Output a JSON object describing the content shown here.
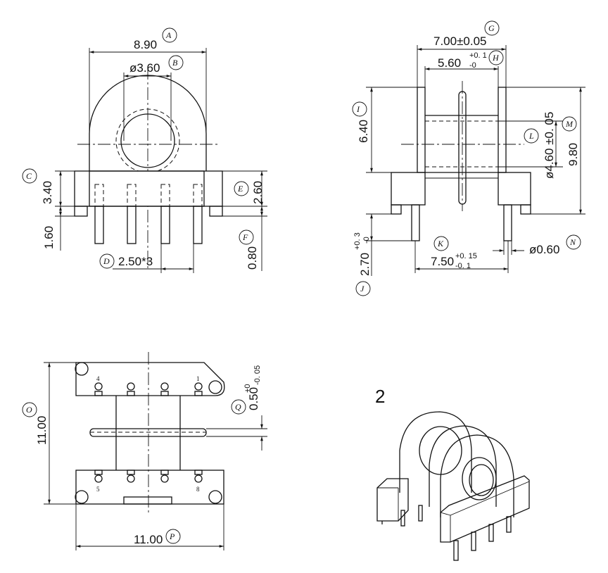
{
  "front_view": {
    "dim_a": {
      "value": "8.90",
      "tag": "A"
    },
    "dim_b": {
      "value": "ø3.60",
      "tag": "B"
    },
    "dim_c": {
      "value": "3.40",
      "tag": "C"
    },
    "dim_d": {
      "value": "2.50*3",
      "tag": "D"
    },
    "dim_e": {
      "value": "2.60",
      "tag": "E"
    },
    "dim_f": {
      "value": "0.80",
      "tag": "F"
    },
    "dim_pin": {
      "value": "1.60"
    }
  },
  "side_view": {
    "dim_g": {
      "value": "7.00±0.05",
      "tag": "G"
    },
    "dim_h": {
      "value": "5.60",
      "tol_plus": "+0. 1",
      "tol_minus": "-0",
      "tag": "H"
    },
    "dim_i": {
      "value": "6.40",
      "tag": "I"
    },
    "dim_j": {
      "value": "2.70",
      "tol_plus": "+0. 3",
      "tol_minus": "-0",
      "tag": "J"
    },
    "dim_k": {
      "value": "7.50",
      "tol_plus": "+0. 15",
      "tol_minus": "-0. 1",
      "tag": "K"
    },
    "dim_l": {
      "value": "ø4.60 ±0. 05",
      "tag": "L"
    },
    "dim_m": {
      "value": "9.80",
      "tag": "M"
    },
    "dim_n": {
      "value": "ø0.60",
      "tag": "N"
    }
  },
  "bottom_view": {
    "dim_o": {
      "value": "11.00",
      "tag": "O"
    },
    "dim_p": {
      "value": "11.00",
      "tag": "P"
    },
    "dim_q": {
      "value": "0.50",
      "tol_plus": "+0",
      "tol_minus": "-0. 05",
      "tag": "Q"
    },
    "pin_numbers": {
      "p4": "4",
      "p1": "1",
      "p5": "5",
      "p8": "8"
    }
  },
  "iso_view": {
    "label": "2"
  }
}
